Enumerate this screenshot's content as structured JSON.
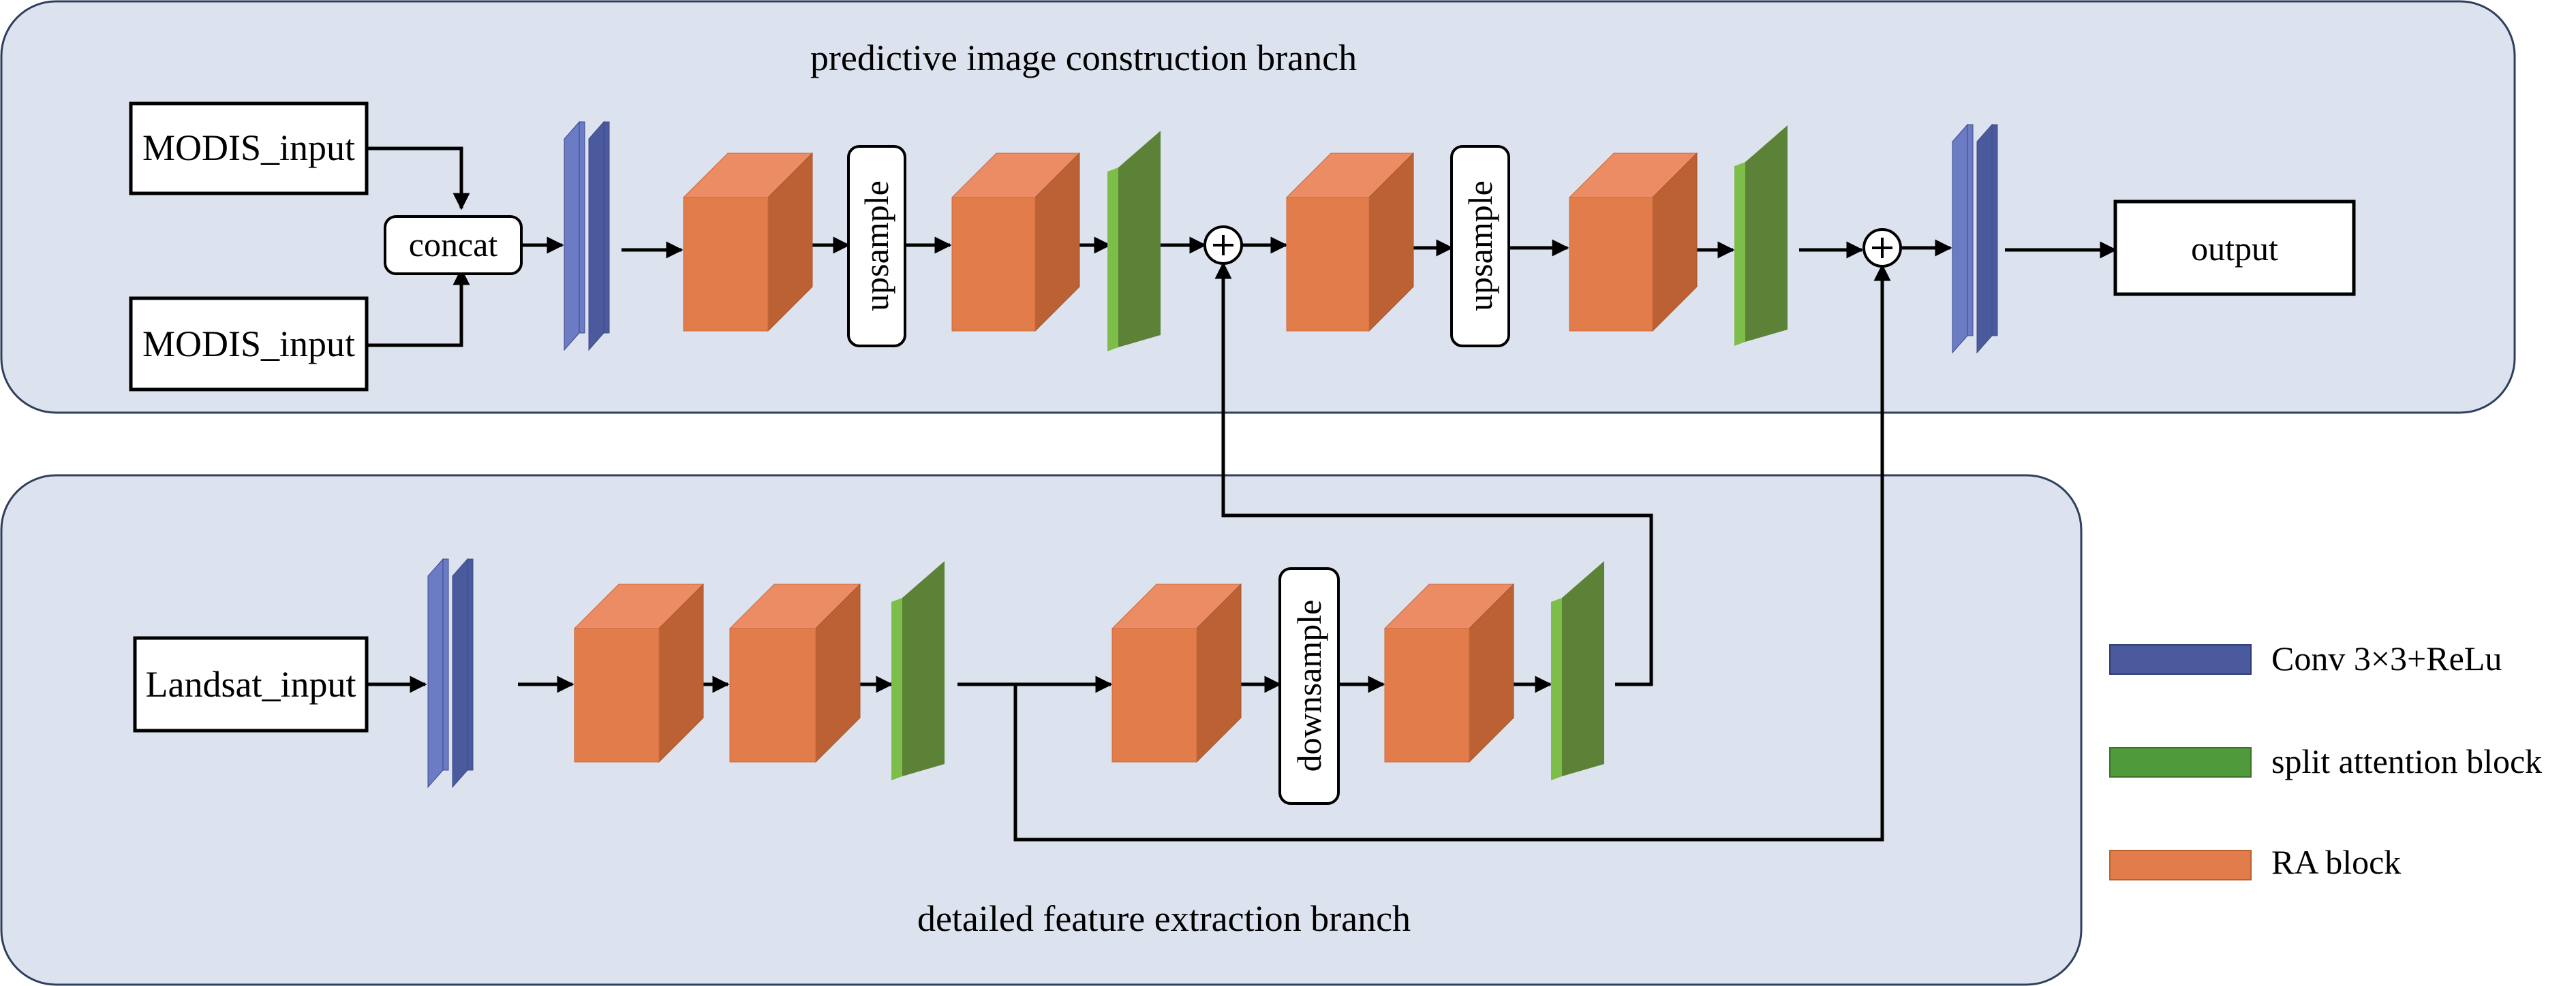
{
  "top_branch": {
    "title": "predictive image construction branch"
  },
  "bottom_branch": {
    "title": "detailed feature extraction branch"
  },
  "inputs": {
    "modis_1": "MODIS_input",
    "modis_2": "MODIS_input",
    "landsat": "Landsat_input"
  },
  "concat_label": "concat",
  "upsample_label": "upsample",
  "downsample_label": "downsample",
  "output_label": "output",
  "sum_symbol": "+",
  "legend": {
    "conv": {
      "label": "Conv 3×3+ReLu",
      "color": "#4a5a9c"
    },
    "split_attention": {
      "label": "split attention block",
      "color": "#4f9a3a"
    },
    "ra": {
      "label": "RA block",
      "color": "#e37c4b"
    }
  }
}
